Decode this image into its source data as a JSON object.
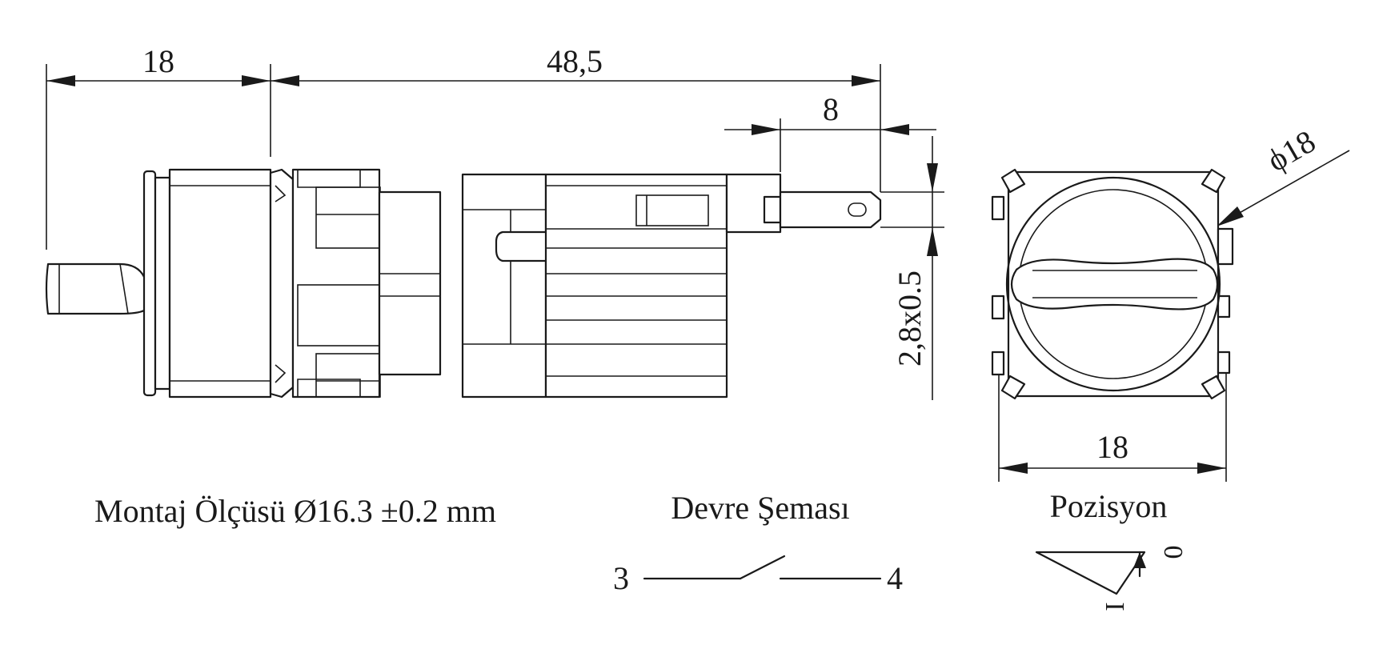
{
  "dimensions": {
    "knob_length": "18",
    "body_length": "48,5",
    "terminal_length": "8",
    "terminal_size": "2,8x0.5",
    "front_diameter": "ϕ18",
    "front_width": "18"
  },
  "labels": {
    "mounting": "Montaj Ölçüsü Ø16.3 ±0.2 mm",
    "circuit": "Devre Şeması",
    "position": "Pozisyon"
  },
  "circuit": {
    "terminal_left": "3",
    "terminal_right": "4"
  },
  "positions": {
    "off": "0",
    "on": "I"
  },
  "colors": {
    "line": "#1a1a1a",
    "background": "#ffffff"
  }
}
